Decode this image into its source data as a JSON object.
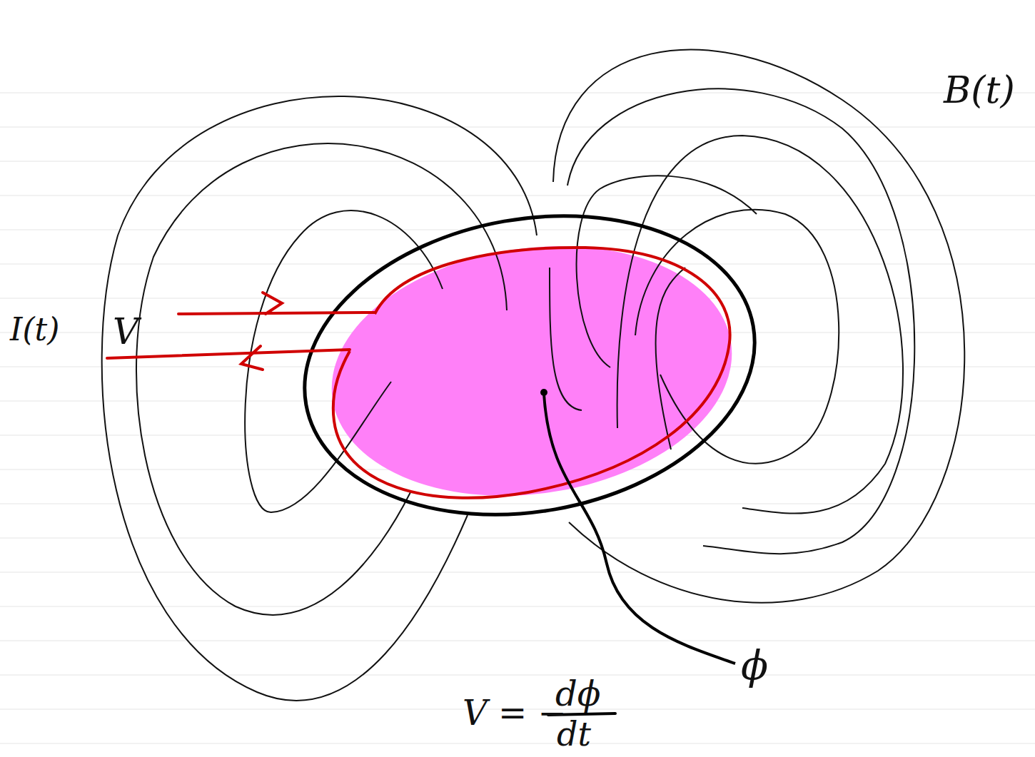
{
  "diagram": {
    "labels": [
      "B(t)",
      "I(t)",
      "V",
      "ϕ",
      "V = −",
      "dϕ",
      "dt"
    ]
  }
}
